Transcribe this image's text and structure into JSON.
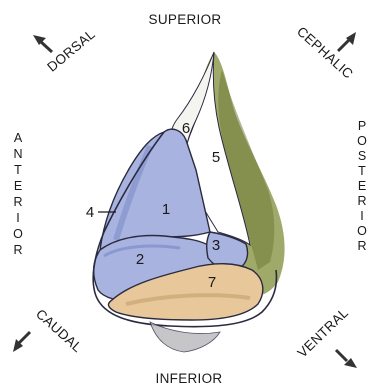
{
  "directions": {
    "superior": "SUPERIOR",
    "inferior": "INFERIOR",
    "dorsal": "DORSAL",
    "cephalic": "CEPHALIC",
    "caudal": "CAUDAL",
    "ventral": "VENTRAL",
    "anterior": [
      "A",
      "N",
      "T",
      "E",
      "R",
      "I",
      "O",
      "R"
    ],
    "posterior": [
      "P",
      "O",
      "S",
      "T",
      "E",
      "R",
      "I",
      "O",
      "R"
    ]
  },
  "numbers": {
    "n1": "1",
    "n2": "2",
    "n3": "3",
    "n4": "4",
    "n5": "5",
    "n6": "6",
    "n7": "7"
  },
  "colors": {
    "cartilage_blue": "#a9b3e0",
    "cartilage_blue_dark": "#7f8cc8",
    "fatty_tissue": "#e8c89a",
    "bone_olive": "#8e9a4f",
    "outline": "#2a2a40"
  }
}
